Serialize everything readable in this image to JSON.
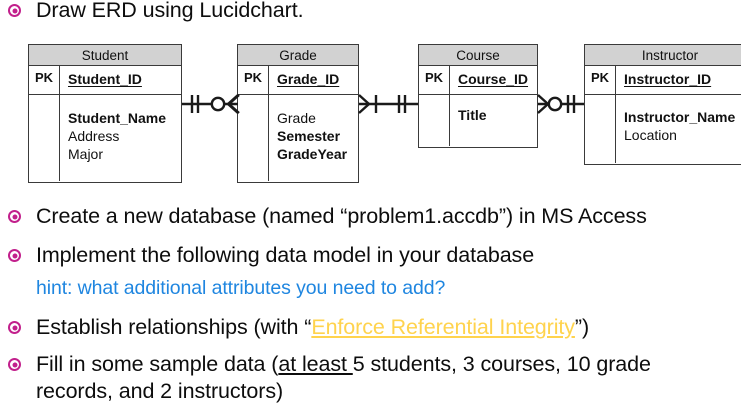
{
  "slide": {
    "background": "#ffffff",
    "bullet_color": "#c2208c",
    "hint_color": "#1f86e0",
    "link_color": "#ffd34d"
  },
  "bullets": [
    {
      "id": "draw-erd",
      "text": "Draw ERD using Lucidchart."
    },
    {
      "id": "create-db",
      "text": "Create a new database (named “problem1.accdb”) in MS Access"
    },
    {
      "id": "implement-model",
      "text": "Implement the following data model in your database"
    },
    {
      "id": "establish-relationships",
      "prefix": "Establish relationships (with “",
      "link": "Enforce Referential Integrity",
      "suffix": "”)"
    },
    {
      "id": "sample-data",
      "prefix": "Fill in some sample data (",
      "underlined": "at least ",
      "suffix": "5 students, 3 courses, 10 grade records, and 2 instructors)"
    }
  ],
  "hint": {
    "text": "hint: what additional attributes you need to add?"
  },
  "erd": {
    "entities": [
      {
        "name": "Student",
        "rows": [
          {
            "key": "PK",
            "attrs": [
              {
                "text": "Student_ID",
                "style": "pk"
              }
            ]
          },
          {
            "key": "",
            "attrs": [
              {
                "text": "Student_Name",
                "style": "bold"
              },
              {
                "text": "Address",
                "style": "normal"
              },
              {
                "text": "Major",
                "style": "normal"
              }
            ]
          }
        ]
      },
      {
        "name": "Grade",
        "rows": [
          {
            "key": "PK",
            "attrs": [
              {
                "text": "Grade_ID",
                "style": "pk"
              }
            ]
          },
          {
            "key": "",
            "attrs": [
              {
                "text": "Grade",
                "style": "normal"
              },
              {
                "text": "Semester",
                "style": "bold"
              },
              {
                "text": "GradeYear",
                "style": "bold"
              }
            ]
          }
        ]
      },
      {
        "name": "Course",
        "rows": [
          {
            "key": "PK",
            "attrs": [
              {
                "text": "Course_ID",
                "style": "pk"
              }
            ]
          },
          {
            "key": "",
            "attrs": [
              {
                "text": "Title",
                "style": "bold"
              }
            ]
          }
        ]
      },
      {
        "name": "Instructor",
        "rows": [
          {
            "key": "PK",
            "attrs": [
              {
                "text": "Instructor_ID",
                "style": "pk"
              }
            ]
          },
          {
            "key": "",
            "attrs": [
              {
                "text": "Instructor_Name",
                "style": "bold"
              },
              {
                "text": "Location",
                "style": "normal"
              }
            ]
          }
        ]
      }
    ],
    "relationships": [
      {
        "from": "Student",
        "to": "Grade",
        "from_notation": "one-mandatory",
        "to_notation": "zero-or-many"
      },
      {
        "from": "Grade",
        "to": "Course",
        "from_notation": "many",
        "to_notation": "one-mandatory"
      },
      {
        "from": "Course",
        "to": "Instructor",
        "from_notation": "zero-or-many",
        "to_notation": "one-mandatory"
      }
    ]
  }
}
